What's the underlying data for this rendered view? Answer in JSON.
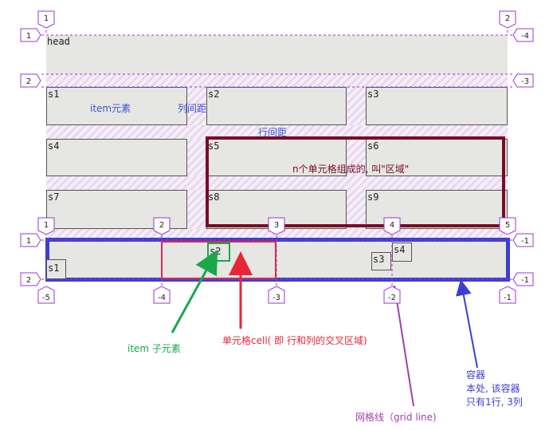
{
  "top_grid": {
    "head": "head",
    "cells": [
      "s1",
      "s2",
      "s3",
      "s4",
      "s5",
      "s6",
      "s7",
      "s8",
      "s9"
    ],
    "labels": {
      "item": "item元素",
      "column_gap": "列间距",
      "row_gap": "行间距",
      "area": "n个单元格组成的, 叫\"区域\""
    },
    "line_numbers": {
      "top_left": "1",
      "top_right": "2",
      "left_1": "1",
      "left_2": "2",
      "right_neg4": "-4",
      "right_neg3": "-3"
    }
  },
  "bottom_grid": {
    "items": [
      "s1",
      "s2",
      "s3",
      "s4"
    ],
    "line_numbers_top": [
      "1",
      "2",
      "3",
      "4",
      "5"
    ],
    "line_numbers_bottom": [
      "-5",
      "-4",
      "-3",
      "-2",
      "-1"
    ],
    "line_numbers_left": [
      "1",
      "2"
    ],
    "line_numbers_right": [
      "-1",
      "-1"
    ]
  },
  "annotations": {
    "item_child": "item 子元素",
    "cell": "单元格cell( 即 行和列的交叉区域)",
    "grid_line": "网格线（grid line)",
    "container": [
      "容器",
      "本处, 该容器",
      "只有1行, 3列"
    ]
  },
  "colors": {
    "container_border": "#3b3fd0",
    "area_border": "#7a0a24",
    "cell_border": "#e8263a",
    "item_border": "#1aa84a",
    "grid_line": "#a040b0",
    "badge": "#9b35d6",
    "label_blue": "#3b55d6"
  }
}
